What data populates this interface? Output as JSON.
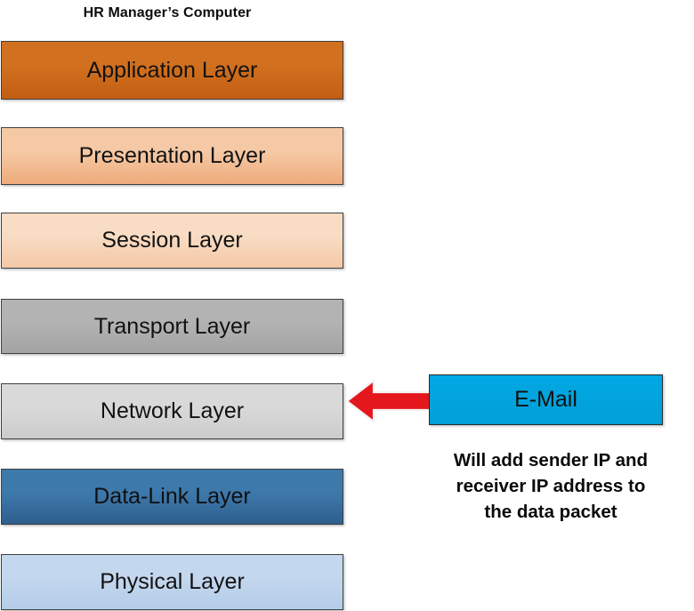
{
  "diagram": {
    "title": "HR Manager’s Computer",
    "type": "osi-layer-stack",
    "background_color": "#ffffff"
  },
  "layers": [
    {
      "label": "Application Layer",
      "fill_top": "#d1701f",
      "fill_bottom": "#c25e14",
      "text_color": "#121212",
      "border_color": "#404040"
    },
    {
      "label": "Presentation Layer",
      "fill_top": "#f5c9a5",
      "fill_bottom": "#eeab7b",
      "text_color": "#121212",
      "border_color": "#404040"
    },
    {
      "label": "Session Layer",
      "fill_top": "#f8dcc4",
      "fill_bottom": "#f4c8a6",
      "text_color": "#121212",
      "border_color": "#404040"
    },
    {
      "label": "Transport Layer",
      "fill_top": "#b3b3b3",
      "fill_bottom": "#a3a3a3",
      "text_color": "#121212",
      "border_color": "#404040"
    },
    {
      "label": "Network Layer",
      "fill_top": "#d9d9d9",
      "fill_bottom": "#cccccc",
      "text_color": "#121212",
      "border_color": "#404040"
    },
    {
      "label": "Data-Link Layer",
      "fill_top": "#3e79ab",
      "fill_bottom": "#2e5f8e",
      "text_color": "#101010",
      "border_color": "#404040"
    },
    {
      "label": "Physical Layer",
      "fill_top": "#c3d7ee",
      "fill_bottom": "#b4cde8",
      "text_color": "#121212",
      "border_color": "#404040"
    }
  ],
  "packet": {
    "label": "E-Mail",
    "fill_top": "#01a8e4",
    "fill_bottom": "#019fd6",
    "border_color": "#2b2b2b",
    "text_color": "#101010"
  },
  "arrow": {
    "name": "left-arrow",
    "direction": "left",
    "fill_color": "#e4171c",
    "outline_color": "#f2f2f2",
    "from": "E-Mail",
    "to": "Network Layer"
  },
  "caption": {
    "text": "Will add sender IP and receiver IP address to the data packet",
    "line1": "Will add sender IP and",
    "line2": "receiver IP address to",
    "line3": "the data packet",
    "color": "#0a0a0a"
  }
}
